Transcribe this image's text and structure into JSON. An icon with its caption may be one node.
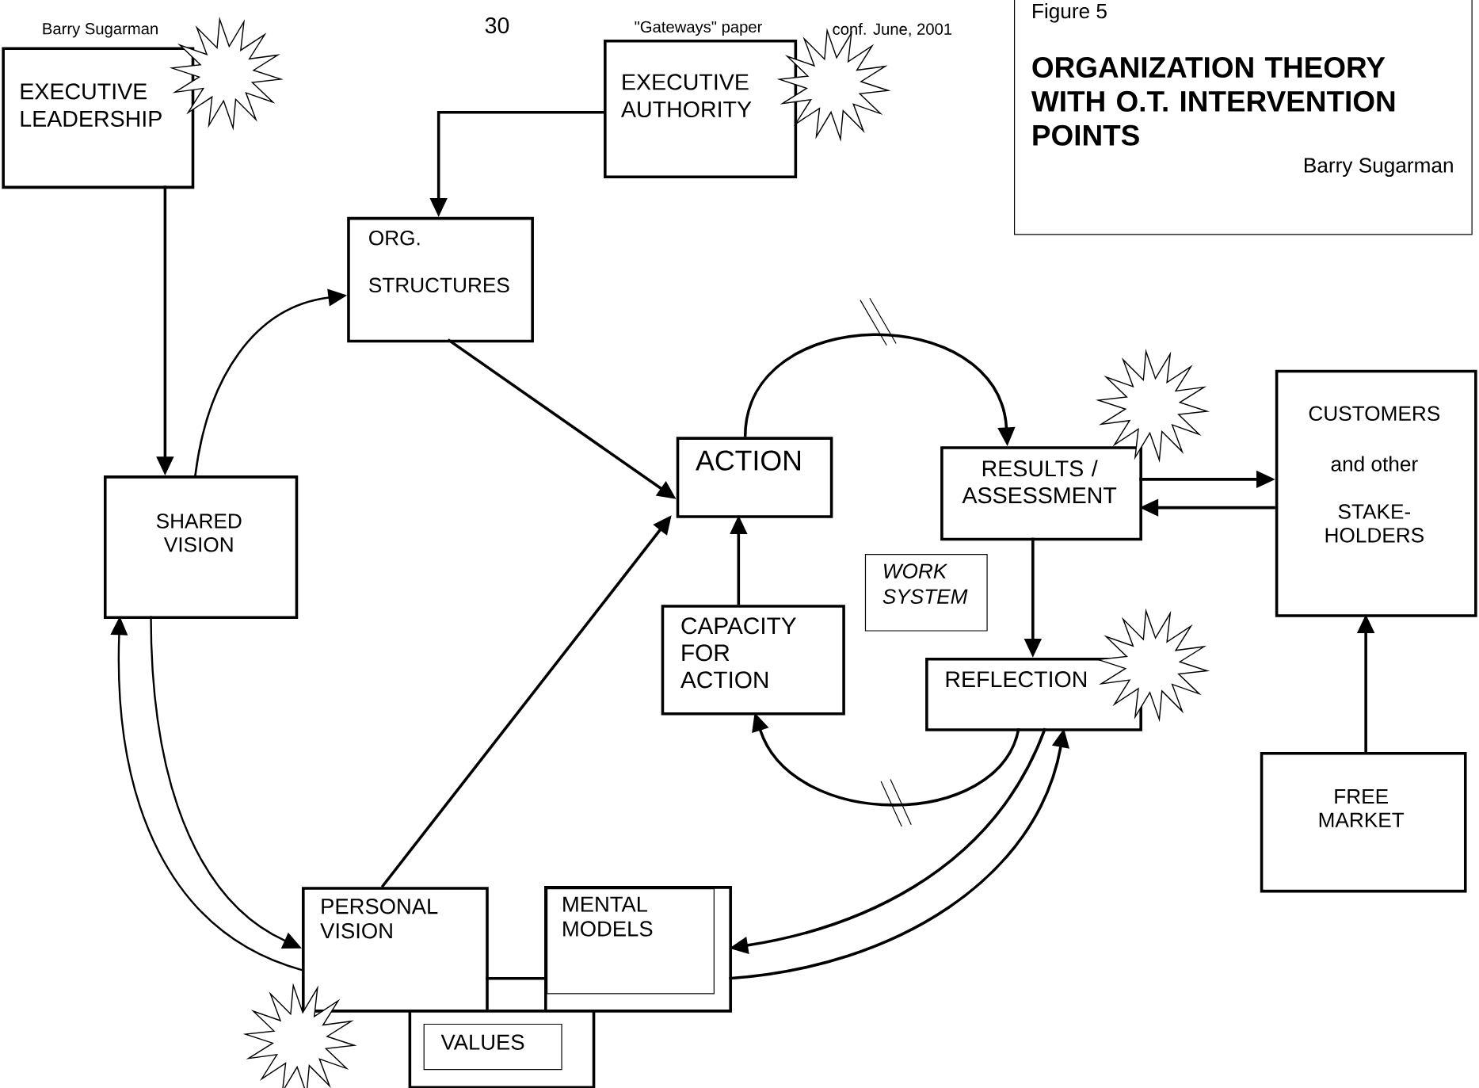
{
  "diagram": {
    "nodes": [
      {
        "text": [
          "EXECUTIVE LEADERSHIP"
        ]
      },
      {
        "text": [
          "EXECUTIVE AUTHORITY"
        ]
      },
      {
        "text": [
          "Figure 5",
          "ORGANIZATION THEORY WITH  O.T. INTERVENTION POINTS",
          "Barry Sugarman"
        ]
      },
      {
        "text": [
          "ORG. STRUCTURES"
        ]
      },
      {
        "text": [
          "SHARED VISION"
        ]
      },
      {
        "text": [
          "ACTION"
        ]
      },
      {
        "text": [
          "RESULTS / ASSESSMENT"
        ]
      },
      {
        "text": [
          "CUSTOMERS",
          "and other",
          "STAKE- HOLDERS"
        ]
      },
      {
        "text": [
          "WORK SYSTEM"
        ]
      },
      {
        "text": [
          "CAPACITY FOR ACTION"
        ]
      },
      {
        "text": [
          "REFLECTION"
        ]
      },
      {
        "text": [
          "FREE MARKET"
        ]
      },
      {
        "text": [
          "PERSONAL VISION"
        ]
      },
      {
        "text": [
          "MENTAL MODELS"
        ]
      },
      {
        "text": [],
        "shape": "box"
      },
      {
        "text": [
          "VALUES"
        ],
        "in": 14
      },
      {
        "text": [],
        "shape": "star"
      },
      {
        "text": [],
        "shape": "star"
      },
      {
        "text": [],
        "shape": "star"
      },
      {
        "text": [],
        "shape": "star"
      },
      {
        "text": [],
        "shape": "star"
      }
    ],
    "edges": [
      {
        "from": 0,
        "to": 4,
        "arrow": "to"
      },
      {
        "from": 1,
        "to": 3,
        "arrow": "to"
      },
      {
        "from": 4,
        "to": 3,
        "arrow": "to"
      },
      {
        "from": 3,
        "to": 5,
        "arrow": "to"
      },
      {
        "from": 12,
        "to": 5,
        "arrow": "to"
      },
      {
        "from": 9,
        "to": 5,
        "arrow": "to"
      },
      {
        "from": 5,
        "to": 6,
        "arrow": "to"
      },
      {
        "from": 6,
        "to": 7,
        "arrow": "to"
      },
      {
        "from": 7,
        "to": 6,
        "arrow": "to"
      },
      {
        "from": 6,
        "to": 10,
        "arrow": "to"
      },
      {
        "from": 11,
        "to": 7,
        "arrow": "to"
      },
      {
        "from": 10,
        "to": 9,
        "arrow": "to"
      },
      {
        "from": 4,
        "to": 12,
        "arrow": "to"
      },
      {
        "from": 12,
        "to": 4,
        "arrow": "to"
      },
      {
        "from": 10,
        "to": 13,
        "arrow": "to"
      },
      {
        "from": 13,
        "to": 10,
        "arrow": "to"
      },
      {
        "from": 12,
        "to": 13,
        "arrow": "none"
      }
    ],
    "labels": [
      "Barry Sugarman",
      "30",
      "\"Gateways\" paper",
      "conf.  June, 2001"
    ]
  }
}
